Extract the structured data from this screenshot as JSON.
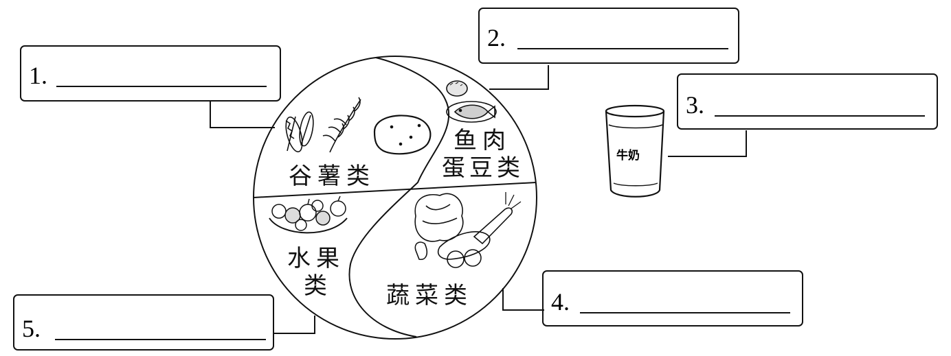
{
  "answer_boxes": [
    {
      "number": "1.",
      "blank": ""
    },
    {
      "number": "2.",
      "blank": ""
    },
    {
      "number": "3.",
      "blank": ""
    },
    {
      "number": "4.",
      "blank": ""
    },
    {
      "number": "5.",
      "blank": ""
    }
  ],
  "plate": {
    "grains_label": "谷薯类",
    "protein_label_line1": "鱼肉",
    "protein_label_line2": "蛋豆类",
    "fruit_label_line1": "水果",
    "fruit_label_line2": "类",
    "vegetable_label": "蔬菜类"
  },
  "milk_label": "牛奶"
}
